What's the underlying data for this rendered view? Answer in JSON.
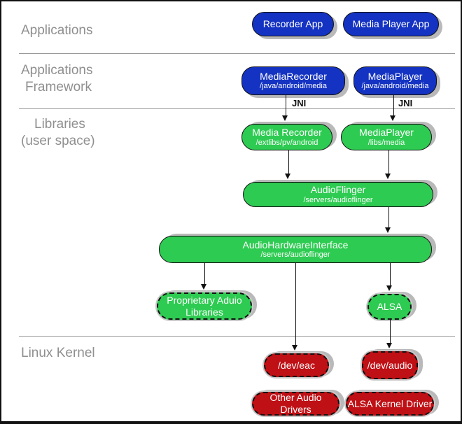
{
  "sections": {
    "applications": {
      "label": "Applications"
    },
    "applications_framework": {
      "line1": "Applications",
      "line2": "Framework"
    },
    "libraries": {
      "line1": "Libraries",
      "line2": "(user space)"
    },
    "linux_kernel": {
      "label": "Linux Kernel"
    }
  },
  "labels": {
    "jni": "JNI"
  },
  "boxes": {
    "recorder_app": {
      "title": "Recorder App"
    },
    "media_player_app": {
      "title": "Media Player App"
    },
    "media_recorder_framework": {
      "title": "MediaRecorder",
      "subtitle": "/java/android/media"
    },
    "media_player_framework": {
      "title": "MediaPlayer",
      "subtitle": "/java/android/media"
    },
    "media_recorder_lib": {
      "title": "Media Recorder",
      "subtitle": "/extlibs/pv/android"
    },
    "media_player_lib": {
      "title": "MediaPlayer",
      "subtitle": "/libs/media"
    },
    "audio_flinger": {
      "title": "AudioFlinger",
      "subtitle": "/servers/audioflinger"
    },
    "audio_hardware_interface": {
      "title": "AudioHardwareInterface",
      "subtitle": "/servers/audioflinger"
    },
    "proprietary_audio_libraries": {
      "title": "Proprietary Aduio Libraries"
    },
    "alsa": {
      "title": "ALSA"
    },
    "dev_eac": {
      "title": "/dev/eac"
    },
    "dev_audio": {
      "title": "/dev/audio"
    },
    "other_audio_drivers": {
      "title": "Other Audio Drivers"
    },
    "alsa_kernel_driver": {
      "title": "ALSA Kernel Driver"
    }
  },
  "colors": {
    "application_blue": "#1433c2",
    "library_green": "#2ecb52",
    "kernel_red": "#bf1015",
    "box_shadow_gray": "#b9b9b9",
    "divider_gray": "#9a9a9a",
    "section_label_gray": "#8f8f8f"
  }
}
